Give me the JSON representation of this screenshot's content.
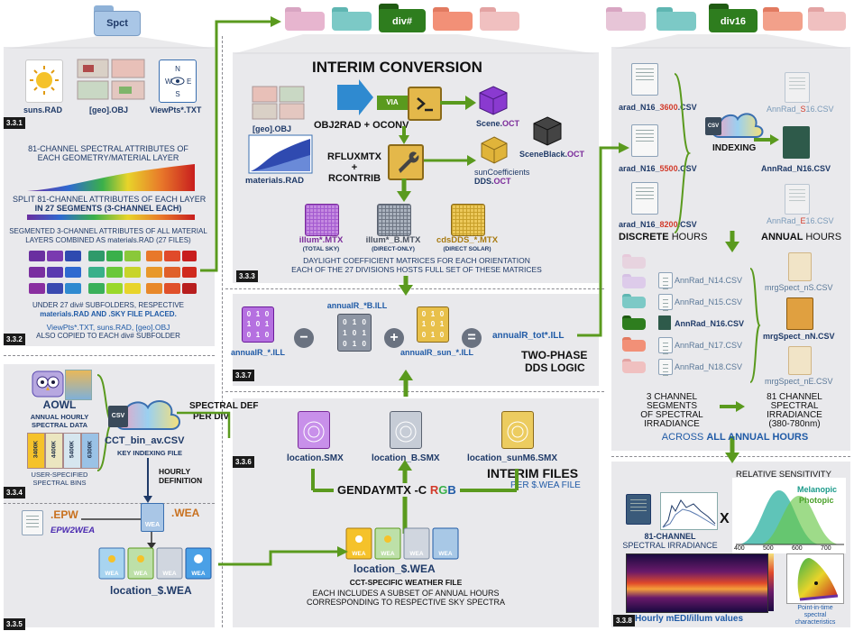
{
  "folders": {
    "spct": "Spct",
    "div_hash": "div#",
    "div16": "div16"
  },
  "section_tags": {
    "s331": "3.3.1",
    "s332": "3.3.2",
    "s333": "3.3.3",
    "s334": "3.3.4",
    "s335": "3.3.5",
    "s336": "3.3.6",
    "s337": "3.3.7",
    "s338": "3.3.8"
  },
  "left": {
    "suns_rad": "suns.RAD",
    "geo_obj": "[geo].OBJ",
    "viewpts": "ViewPts*.TXT",
    "spectral_attr_1": "81-CHANNEL SPECTRAL ATTRIBUTES OF",
    "spectral_attr_2": "EACH GEOMETRY/MATERIAL LAYER",
    "split_1": "SPLIT 81-CHANNEL ATTRIBUTES OF EACH LAYER",
    "split_2": "IN 27 SEGMENTS (3-CHANNEL EACH)",
    "seg_1": "SEGMENTED 3-CHANNEL ATTRIBUTES OF ALL MATERIAL",
    "seg_2": "LAYERS COMBINED AS materials.RAD (27 FILES)",
    "under_1": "UNDER 27 div# SUBFOLDERS, RESPECTIVE",
    "under_2": "materials.RAD AND .SKY FILE PLACED.",
    "copied_1": "ViewPts*.TXT, suns.RAD, [geo].OBJ",
    "copied_2": "ALSO COPIED TO EACH div# SUBFOLDER",
    "aowl": "AOWL",
    "aowl_sub1": "ANNUAL HOURLY",
    "aowl_sub2": "SPECTRAL DATA",
    "bins": [
      "3400K",
      "4400K",
      "5400K",
      "6300K"
    ],
    "user_bins_1": "USER-SPECIFIED",
    "user_bins_2": "SPECTRAL BINS",
    "cct_csv": "CCT_bin_av.CSV",
    "key_index": "KEY INDEXING FILE",
    "spectral_def": "SPECTRAL DEF",
    "per_div": "PER DIV",
    "hourly_def_1": "HOURLY",
    "hourly_def_2": "DEFINITION",
    "csv_badge": "CSV",
    "epw": ".EPW",
    "epw2wea": "EPW2WEA",
    "wea": ".WEA",
    "wea_badge": "WEA",
    "location_wea": "location_$.WEA"
  },
  "middle": {
    "interim_conversion": "INTERIM CONVERSION",
    "geo_obj": "[geo].OBJ",
    "materials_rad": "materials.RAD",
    "obj2rad": "OBJ2RAD + OCONV",
    "via": "VIA",
    "scene_oct": "Scene.",
    "scene_oct_ext": "OCT",
    "sceneblack": "SceneBlack.",
    "sceneblack_ext": "OCT",
    "suncoeff_1": "sunCoefficients",
    "suncoeff_2": "DDS.",
    "suncoeff_ext": "OCT",
    "rfluxmtx_1": "RFLUXMTX",
    "rfluxmtx_2": "+",
    "rfluxmtx_3": "RCONTRIB",
    "illum_mtx": "illum*.MTX",
    "illum_mtx_sub": "(TOTAL SKY)",
    "illum_b_mtx": "illum*_B.MTX",
    "illum_b_sub": "(DIRECT-ONLY)",
    "cdsdds_mtx": "cdsDDS_*.MTX",
    "cdsdds_sub": "(DIRECT SOLAR)",
    "daylight_1": "DAYLIGHT COEFFICIENT MATRICES FOR EACH ORIENTATION",
    "daylight_2": "EACH OF THE 27 DIVISIONS HOSTS FULL SET OF THESE MATRICES",
    "annualR_ill": "annualR_*.ILL",
    "annualR_b_ill": "annualR_*B.ILL",
    "annualR_sun_ill": "annualR_sun_*.ILL",
    "annualR_tot_ill": "annualR_tot*.ILL",
    "minus": "−",
    "plus": "+",
    "equals": "=",
    "two_phase_1": "TWO-PHASE",
    "two_phase_2": "DDS LOGIC",
    "location_smx": "location.SMX",
    "location_b_smx": "location_B.SMX",
    "location_sunm6_smx": "location_sunM6.SMX",
    "interim_files": "INTERIM FILES",
    "per_wea": "PER $.WEA FILE",
    "gendaymtx": "GENDAYMTX -C",
    "rgb_r": "R",
    "rgb_g": "G",
    "rgb_b": "B",
    "location_wea": "location_$.WEA",
    "cct_weather": "CCT-SPECIFIC WEATHER FILE",
    "each_includes_1": "EACH INCLUDES A SUBSET OF ANNUAL HOURS",
    "each_includes_2": "CORRESPONDING TO RESPECTIVE SKY SPECTRA",
    "matrix_digits": [
      "0",
      "1",
      "0",
      "1",
      "0",
      "1",
      "0",
      "1",
      "0"
    ]
  },
  "right": {
    "arad_3600_pre": "arad_N16_",
    "arad_3600_val": "3600",
    "arad_3600_ext": ".CSV",
    "arad_5500_pre": "arad_N16_",
    "arad_5500_val": "5500",
    "arad_5500_ext": ".CSV",
    "arad_8200_pre": "arad_N16_",
    "arad_8200_val": "8200",
    "arad_8200_ext": ".CSV",
    "discrete_1": "DISCRETE",
    "discrete_2": "HOURS",
    "indexing": "INDEXING",
    "annrad_s16_pre": "AnnRad_",
    "annrad_s16_hl": "S",
    "annrad_s16_post": "16.CSV",
    "annrad_n16": "AnnRad_N16.CSV",
    "annrad_e16_pre": "AnnRad_",
    "annrad_e16_hl": "E",
    "annrad_e16_post": "16.CSV",
    "annual_1": "ANNUAL",
    "annual_2": "HOURS",
    "annrad_list": [
      "AnnRad_N14.CSV",
      "AnnRad_N15.CSV",
      "AnnRad_N16.CSV",
      "AnnRad_N17.CSV",
      "AnnRad_N18.CSV"
    ],
    "mrg_s": "mrgSpect_nS.CSV",
    "mrg_n": "mrgSpect_nN.CSV",
    "mrg_e": "mrgSpect_nE.CSV",
    "three_ch_1": "3 CHANNEL",
    "three_ch_2": "SEGMENTS",
    "three_ch_3": "OF SPECTRAL",
    "three_ch_4": "IRRADIANCE",
    "eighty_1": "81 CHANNEL",
    "eighty_2": "SPECTRAL",
    "eighty_3": "IRRADIANCE",
    "eighty_4": "(380-780nm)",
    "across_1": "ACROSS",
    "across_2": "ALL ANNUAL HOURS",
    "relative_sensitivity": "RELATIVE SENSITIVITY",
    "melanopic": "Melanopic",
    "photopic": "Photopic",
    "axis_ticks": [
      "400",
      "500",
      "600",
      "700"
    ],
    "eighty_one_1": "81-CHANNEL",
    "eighty_one_2": "SPECTRAL IRRADIANCE",
    "times": "X",
    "hourly_medi": "Hourly mEDI/illum values",
    "point_in_time_1": "Point-in-time",
    "point_in_time_2": "spectral",
    "point_in_time_3": "characteristics",
    "csv_badge": "CSV"
  },
  "colors": {
    "green_arrow": "#5a9a1e",
    "green_dark": "#2e6e14",
    "navy": "#1f3a68",
    "blue_accent": "#1f5aa6",
    "red_accent": "#d23a2a",
    "purple_accent": "#7a2a9a",
    "folder_pink": "#e7b5cf",
    "folder_teal": "#7cc9c6",
    "folder_green": "#2e7d1e",
    "folder_salmon": "#f29077",
    "folder_rose": "#f0b6b6",
    "panel": "#e9e9ec",
    "mtx_purple": "#a45ad0",
    "mtx_gray": "#8e96a4",
    "mtx_gold": "#e0b43a"
  },
  "icons": [
    "sun-icon",
    "geometry-icon",
    "view-points-icon",
    "terminal-icon",
    "wrench-icon",
    "cube-icon",
    "cloud-icon",
    "owl-icon",
    "document-icon",
    "weather-icon",
    "sphere-icon",
    "matrix-icon"
  ]
}
